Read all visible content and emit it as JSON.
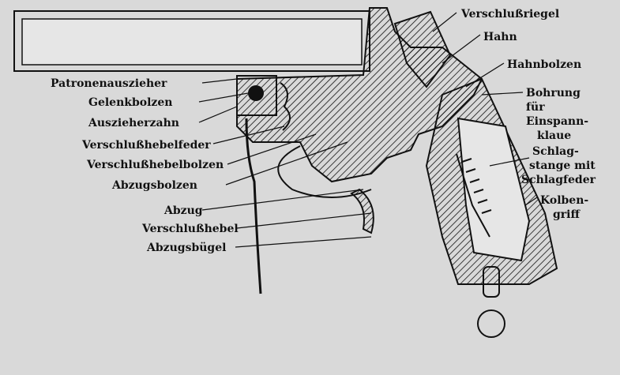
{
  "labels_left": [
    "Patronenauszieher",
    "Gelenkbolzen",
    "Auszieherzahn",
    "Verschlußhebelfeder",
    "Verschlußhebelbolzen",
    "Abzugsbolzen",
    "Abzug",
    "Verschlußhebel",
    "Abzugsbügel"
  ],
  "labels_top": [
    "Verschlußriegel",
    "Hahn",
    "Hahnbolzen"
  ],
  "labels_right": {
    "bohrung": [
      "Bohrung",
      "für",
      "Einspann-",
      "klaue"
    ],
    "schlag": [
      "Schlag-",
      "stange mit",
      "Schlagfeder"
    ],
    "kolben": [
      "Kolben-",
      "griff"
    ]
  },
  "colors": {
    "paper": "#d9d9d9",
    "ink": "#111111"
  }
}
